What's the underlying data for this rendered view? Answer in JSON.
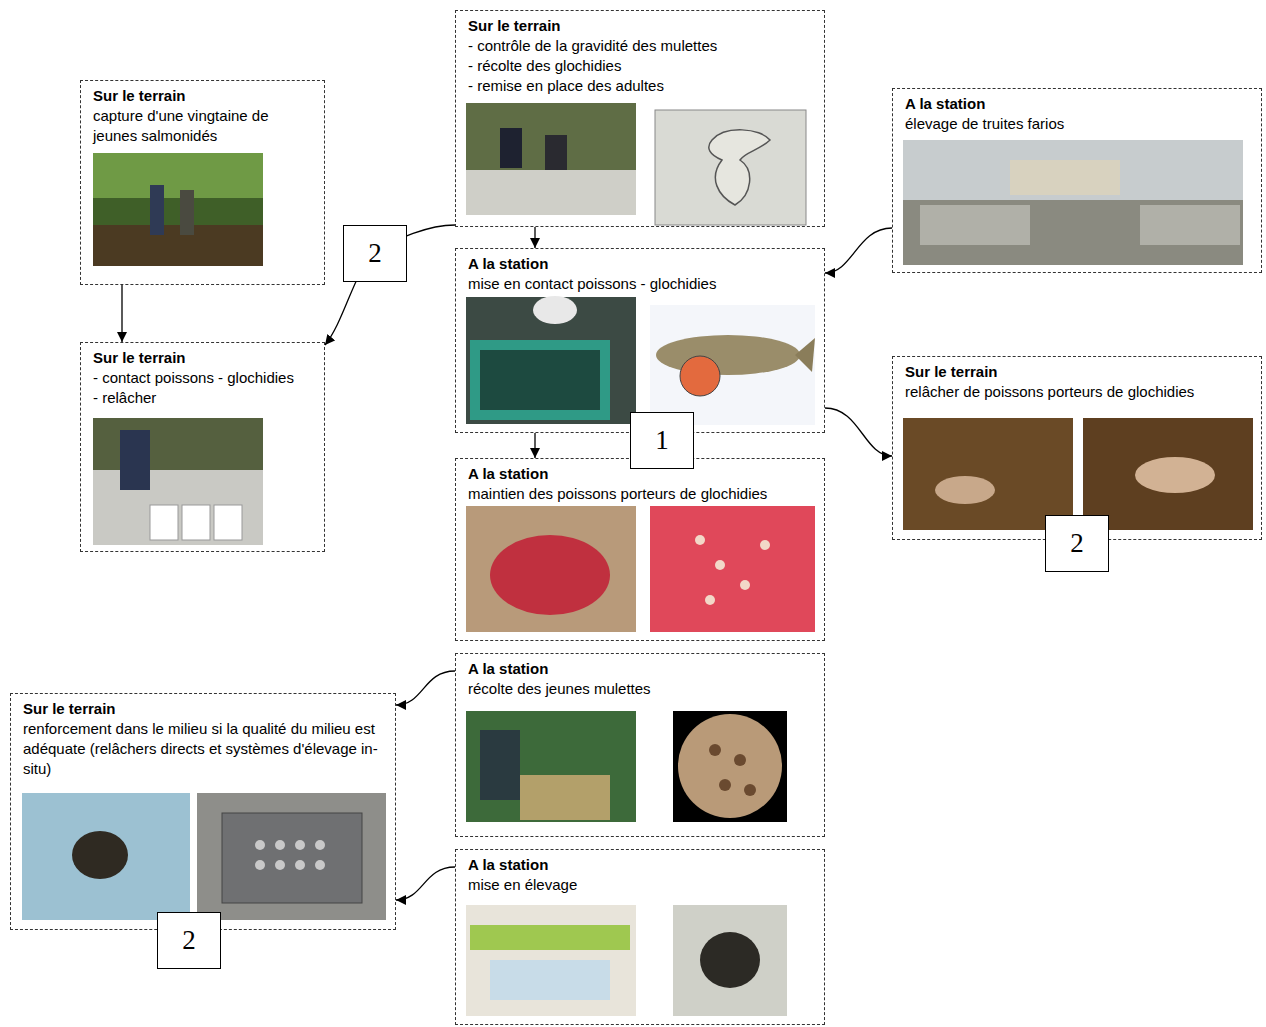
{
  "diagram": {
    "nodes": [
      {
        "text": [
          "Sur le terrain",
          "capture d'une vingtaine de jeunes salmonidés"
        ]
      },
      {
        "text": [
          "Sur le terrain",
          "- contrôle de la gravidité des mulettes",
          "- récolte des glochidies",
          "- remise en place des adultes"
        ]
      },
      {
        "text": [
          "A la station",
          "élevage de truites farios"
        ]
      },
      {
        "text": [
          "A la station",
          "mise en contact poissons - glochidies"
        ]
      },
      {
        "text": [
          "Sur le terrain",
          "- contact poissons - glochidies",
          "- relâcher"
        ]
      },
      {
        "text": [
          "Sur le terrain",
          "relâcher de poissons porteurs de glochidies"
        ]
      },
      {
        "text": [
          "A la station",
          "maintien des poissons porteurs de glochidies"
        ]
      },
      {
        "text": [
          "A la station",
          "récolte des jeunes mulettes"
        ]
      },
      {
        "text": [
          "Sur le terrain",
          "renforcement dans le milieu si la qualité du milieu est adéquate (relâchers directs et systèmes d'élevage in-situ)"
        ]
      },
      {
        "text": [
          "A la station",
          "mise en élevage"
        ]
      }
    ],
    "edges": [
      {
        "from": 0,
        "to": 4,
        "arrow": "to"
      },
      {
        "from": 1,
        "to": 4,
        "label": "2",
        "arrow": "to"
      },
      {
        "from": 1,
        "to": 3,
        "arrow": "to"
      },
      {
        "from": 2,
        "to": 3,
        "arrow": "to"
      },
      {
        "from": 3,
        "to": 5,
        "arrow": "to"
      },
      {
        "from": 3,
        "to": 6,
        "arrow": "to"
      },
      {
        "from": 7,
        "to": 8,
        "arrow": "to"
      },
      {
        "from": 9,
        "to": 8,
        "arrow": "to"
      }
    ],
    "labels": [
      "1",
      "2",
      "2"
    ]
  }
}
